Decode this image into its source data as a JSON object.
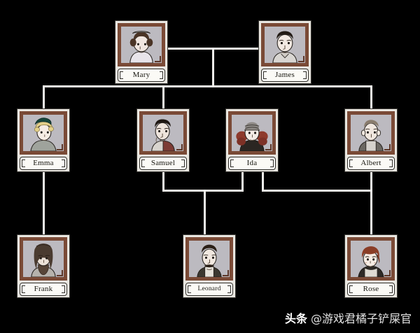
{
  "background_color": "#000000",
  "line_color": "#f2f0ec",
  "frame_color": "#7a4a36",
  "plate_color": "#fbfaf6",
  "people": {
    "mary": {
      "name": "Mary"
    },
    "james": {
      "name": "James"
    },
    "emma": {
      "name": "Emma"
    },
    "samuel": {
      "name": "Samuel"
    },
    "ida": {
      "name": "Ida"
    },
    "albert": {
      "name": "Albert"
    },
    "frank": {
      "name": "Frank"
    },
    "leonard": {
      "name": "Leonard"
    },
    "rose": {
      "name": "Rose"
    }
  },
  "watermark": {
    "brand": "头条",
    "handle": "@游戏君橘子铲屎官"
  }
}
